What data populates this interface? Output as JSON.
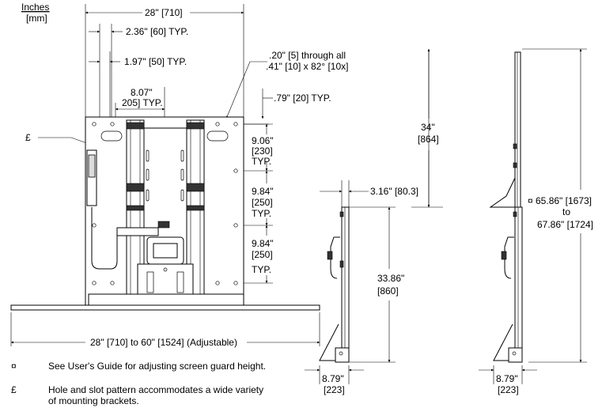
{
  "units": {
    "inches": "Inches",
    "mm": "[mm]"
  },
  "front_view": {
    "width_top": "28\" [710]",
    "dim_a": "2.36\" [60] TYP.",
    "dim_b": "1.97\" [50] TYP.",
    "dim_c1": "8.07\"",
    "dim_c2": "205] TYP.",
    "hole_note1": ".20\" [5] through all",
    "hole_note2": ".41\" [10] x 82° [10x]",
    "dim_d": ".79\" [20] TYP.",
    "dim_e1": "9.06\"",
    "dim_e2": "[230]",
    "dim_e3": "TYP.",
    "dim_f1": "9.84\"",
    "dim_f2": "[250]",
    "dim_f3": "TYP.",
    "dim_g1": "9.84\"",
    "dim_g2": "[250]",
    "dim_g3": "TYP.",
    "pound_symbol": "£",
    "width_bottom": "28\" [710] to 60\" [1524] (Adjustable)"
  },
  "side_view_1": {
    "dim_34_1": "34\"",
    "dim_34_2": "[864]",
    "dim_316": "3.16\" [80.3]",
    "dim_3386_1": "33.86\"",
    "dim_3386_2": "[860]",
    "dim_879_1": "8.79\"",
    "dim_879_2": "[223]"
  },
  "side_view_2": {
    "dim_h1": "¤ 65.86\" [1673]",
    "dim_h2": "to",
    "dim_h3": "67.86\" [1724]",
    "dim_879_1": "8.79\"",
    "dim_879_2": "[223]"
  },
  "notes": [
    {
      "symbol": "¤",
      "text": "See User's Guide for adjusting screen guard height."
    },
    {
      "symbol": "£",
      "text1": "Hole and slot pattern accommodates a wide variety",
      "text2": "of mounting brackets."
    }
  ]
}
